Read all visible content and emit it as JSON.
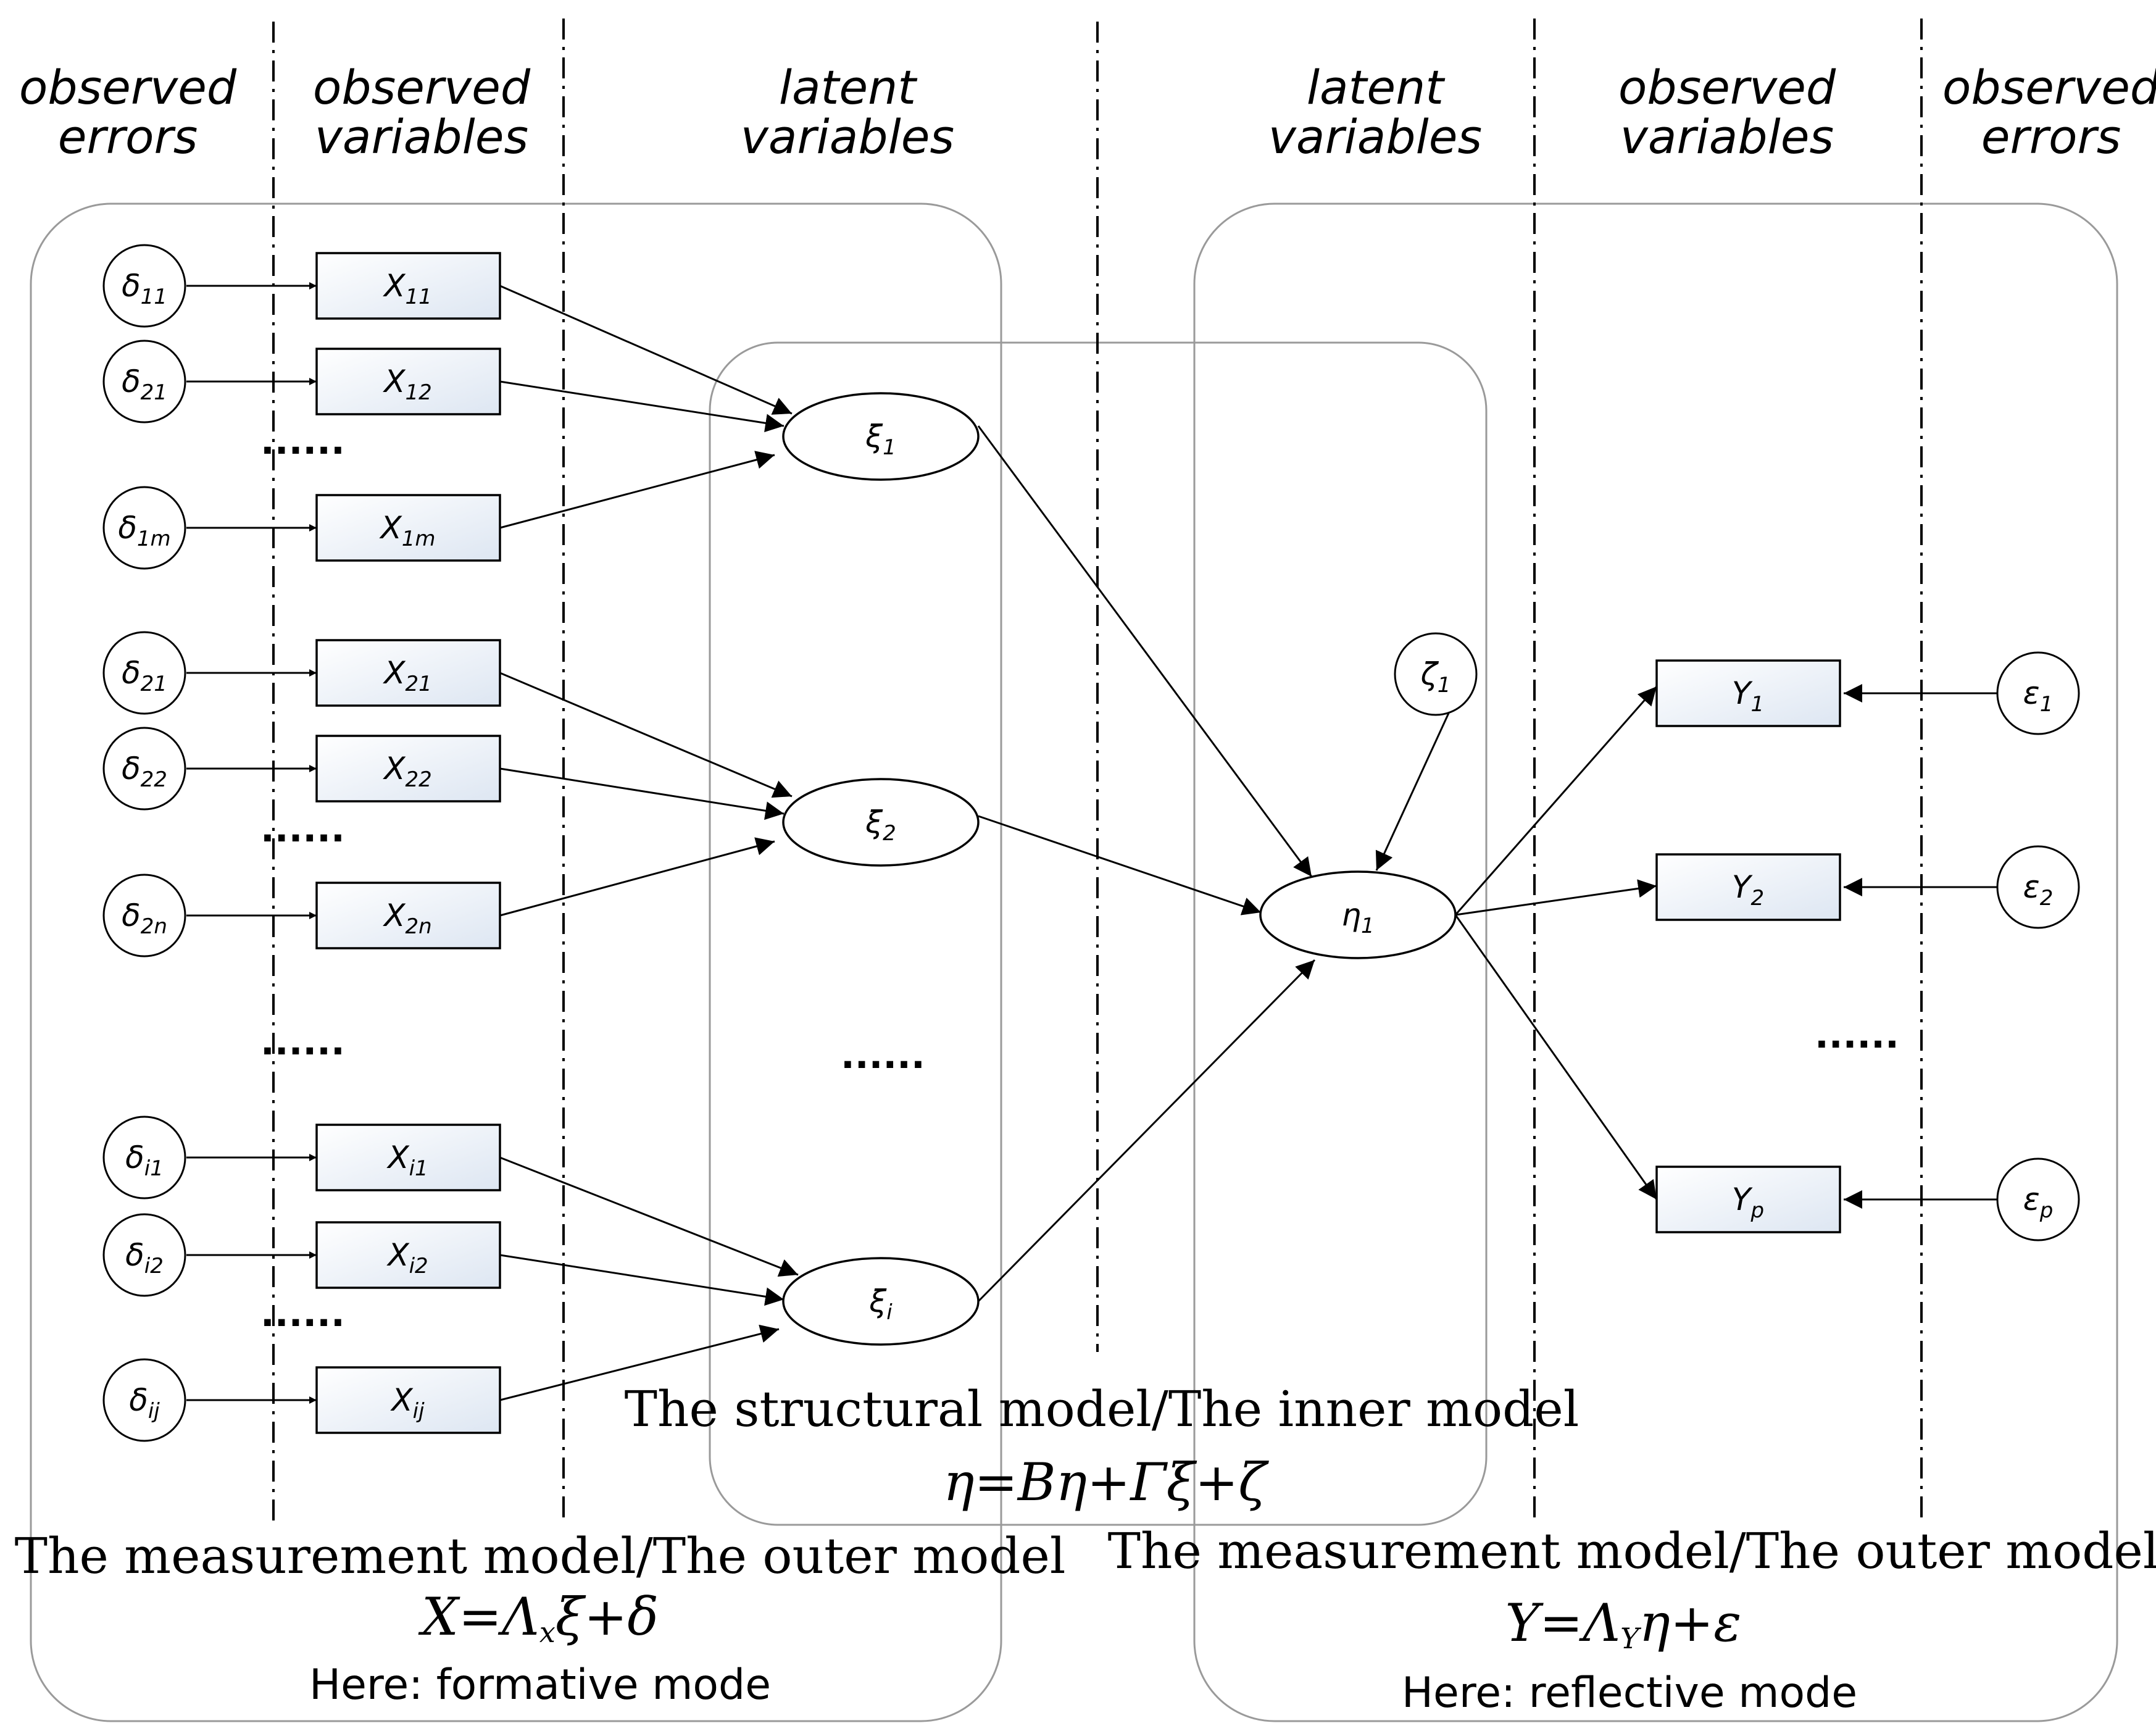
{
  "headers": {
    "col1": [
      "observed",
      "errors"
    ],
    "col2": [
      "observed",
      "variables"
    ],
    "col3": [
      "latent",
      "variables"
    ],
    "col4": [
      "latent",
      "variables"
    ],
    "col5": [
      "observed",
      "variables"
    ],
    "col6": [
      "observed",
      "errors"
    ]
  },
  "nodes": {
    "d11": {
      "base": "δ",
      "sub": "11"
    },
    "d21a": {
      "base": "δ",
      "sub": "21"
    },
    "d1m": {
      "base": "δ",
      "sub": "1m"
    },
    "d21b": {
      "base": "δ",
      "sub": "21"
    },
    "d22": {
      "base": "δ",
      "sub": "22"
    },
    "d2n": {
      "base": "δ",
      "sub": "2n"
    },
    "di1": {
      "base": "δ",
      "sub": "i1"
    },
    "di2": {
      "base": "δ",
      "sub": "i2"
    },
    "dij": {
      "base": "δ",
      "sub": "ij"
    },
    "x11": {
      "base": "X",
      "sub": "11"
    },
    "x12": {
      "base": "X",
      "sub": "12"
    },
    "x1m": {
      "base": "X",
      "sub": "1m"
    },
    "x21": {
      "base": "X",
      "sub": "21"
    },
    "x22": {
      "base": "X",
      "sub": "22"
    },
    "x2n": {
      "base": "X",
      "sub": "2n"
    },
    "xi1": {
      "base": "X",
      "sub": "i1"
    },
    "xi2": {
      "base": "X",
      "sub": "i2"
    },
    "xij": {
      "base": "X",
      "sub": "ij"
    },
    "xi_1": {
      "base": "ξ",
      "sub": "1"
    },
    "xi_2": {
      "base": "ξ",
      "sub": "2"
    },
    "xi_i": {
      "base": "ξ",
      "sub": "i"
    },
    "eta1": {
      "base": "η",
      "sub": "1"
    },
    "zeta1": {
      "base": "ζ",
      "sub": "1"
    },
    "y1": {
      "base": "Y",
      "sub": "1"
    },
    "y2": {
      "base": "Y",
      "sub": "2"
    },
    "yp": {
      "base": "Y",
      "sub": "p"
    },
    "e1": {
      "base": "ε",
      "sub": "1"
    },
    "e2": {
      "base": "ε",
      "sub": "2"
    },
    "ep": {
      "base": "ε",
      "sub": "p"
    }
  },
  "ellipsis": "......",
  "captions": {
    "structural_title": "The structural model/The inner model",
    "structural_eq": "η=Bη+Γξ+ζ",
    "left_title": "The measurement model/The outer model",
    "left_eq_parts": [
      "X=Λ",
      "x",
      "ξ+δ"
    ],
    "left_mode": "Here: formative mode",
    "right_title": "The measurement model/The outer model",
    "right_eq_parts": [
      "Y=Λ",
      "Y",
      "η+ε"
    ],
    "right_mode": "Here: reflective mode"
  }
}
